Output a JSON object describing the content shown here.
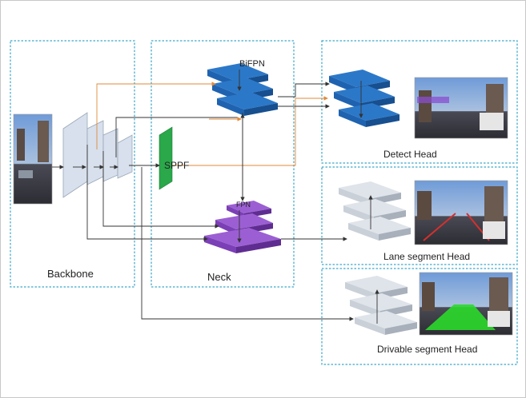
{
  "labels": {
    "backbone": "Backbone",
    "neck": "Neck",
    "sppf": "SPPF",
    "bifpn": "BiFPN",
    "fpn": "FPN",
    "detect_head": "Detect Head",
    "lane_head": "Lane segment Head",
    "drivable_head": "Drivable segment Head"
  },
  "colors": {
    "panel_border": "#3aa7c9",
    "backbone_block": "#d7e0ec",
    "sppf": "#2aa84a",
    "bifpn": "#1f63b0",
    "fpn": "#7b3fb6",
    "head_gray": "#c9d0d8",
    "arrow_orange": "#e08a3a",
    "arrow_dark": "#333333"
  }
}
